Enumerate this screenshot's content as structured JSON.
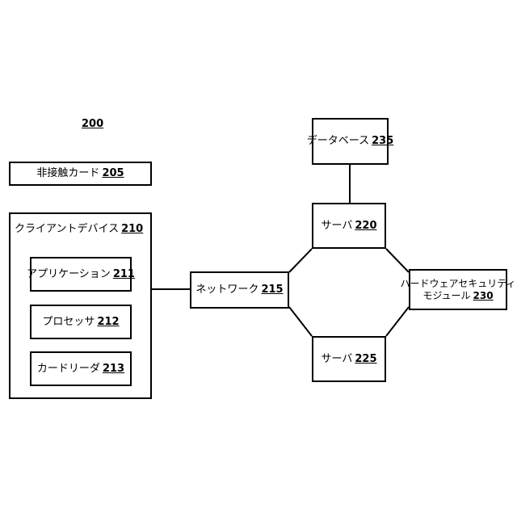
{
  "figure_ref": "200",
  "nodes": {
    "contactless_card": {
      "label": "非接触カード",
      "ref": "205"
    },
    "client_device": {
      "label": "クライアントデバイス",
      "ref": "210"
    },
    "application": {
      "label": "アプリケーション",
      "ref": "211"
    },
    "processor": {
      "label": "プロセッサ",
      "ref": "212"
    },
    "card_reader": {
      "label": "カードリーダ",
      "ref": "213"
    },
    "network": {
      "label": "ネットワーク",
      "ref": "215"
    },
    "server_220": {
      "label": "サーバ",
      "ref": "220"
    },
    "server_225": {
      "label": "サーバ",
      "ref": "225"
    },
    "database": {
      "label": "データベース",
      "ref": "235"
    },
    "hsm": {
      "label_line1": "ハードウェアセキュリティ",
      "label_line2": "モジュール",
      "ref": "230"
    }
  },
  "edges": [
    {
      "from": "client_device",
      "to": "network"
    },
    {
      "from": "network",
      "to": "server_220"
    },
    {
      "from": "network",
      "to": "server_225"
    },
    {
      "from": "server_220",
      "to": "database"
    },
    {
      "from": "server_220",
      "to": "hsm"
    },
    {
      "from": "server_225",
      "to": "hsm"
    }
  ]
}
